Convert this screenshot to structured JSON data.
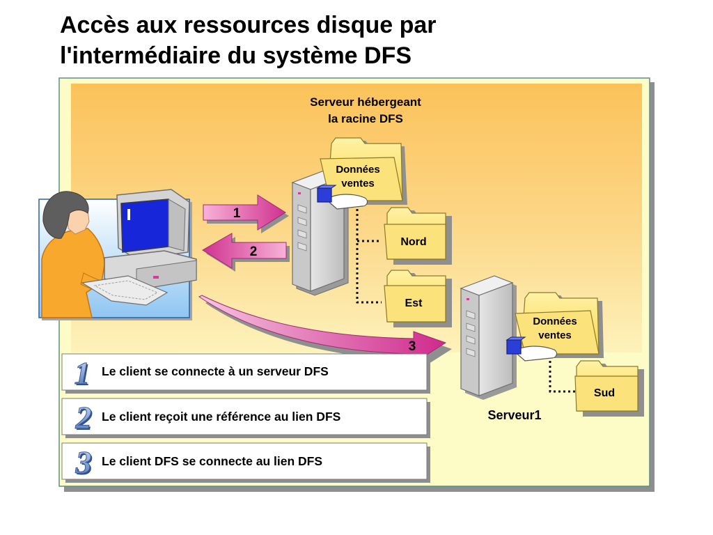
{
  "title": {
    "line1": "Accès aux ressources disque par",
    "line2": "l'intermédiaire du système DFS"
  },
  "colors": {
    "panel_outer": "#fdfbc6",
    "panel_inner": "#fbc55f",
    "arrow": "#d43c9a",
    "folder": "#fde77a",
    "monitor_screen": "#1726d8",
    "link_cube": "#2b3fd8"
  },
  "root_server": {
    "label_line1": "Serveur hébergeant",
    "label_line2": "la racine DFS"
  },
  "root_share": {
    "line1": "Données",
    "line2": "ventes"
  },
  "root_links": {
    "nord": "Nord",
    "est": "Est"
  },
  "server1": {
    "label": "Serveur1"
  },
  "server1_share": {
    "line1": "Données",
    "line2": "ventes"
  },
  "server1_folder": {
    "sud": "Sud"
  },
  "arrows": {
    "a1": "1",
    "a2": "2",
    "a3": "3"
  },
  "steps": [
    {
      "number": "1",
      "text": "Le client se connecte à un serveur DFS"
    },
    {
      "number": "2",
      "text": "Le client reçoit une référence au lien DFS"
    },
    {
      "number": "3",
      "text": "Le client DFS se connecte au lien DFS"
    }
  ],
  "icons": [
    "client-user-icon",
    "computer-icon",
    "server-icon",
    "folder-icon",
    "dfs-link-icon"
  ]
}
